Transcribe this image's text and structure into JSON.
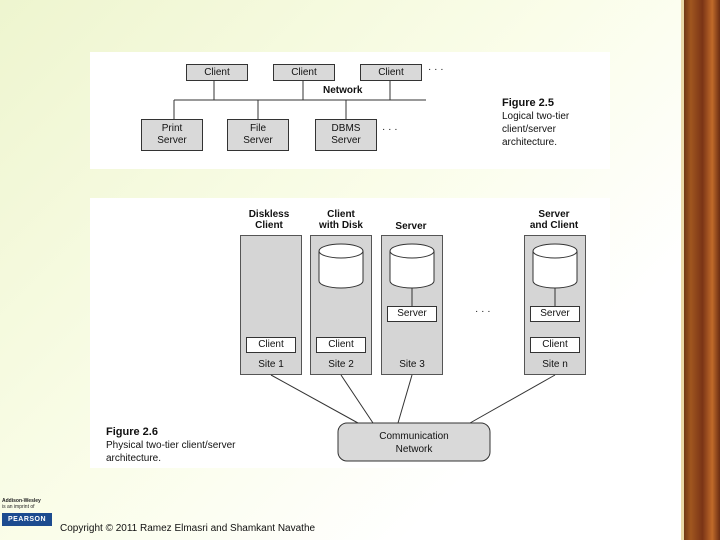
{
  "fig25": {
    "clients": [
      "Client",
      "Client",
      "Client"
    ],
    "client_ellipsis": "· · ·",
    "network_label": "Network",
    "servers": [
      {
        "line1": "Print",
        "line2": "Server"
      },
      {
        "line1": "File",
        "line2": "Server"
      },
      {
        "line1": "DBMS",
        "line2": "Server"
      }
    ],
    "server_ellipsis": "· · ·",
    "caption_title": "Figure 2.5",
    "caption_lines": [
      "Logical two-tier",
      "client/server",
      "architecture."
    ]
  },
  "fig26": {
    "headers": [
      {
        "line1": "Diskless",
        "line2": "Client"
      },
      {
        "line1": "Client",
        "line2": "with Disk"
      },
      {
        "line1": "",
        "line2": "Server"
      },
      {
        "line1": "Server",
        "line2": "and Client"
      }
    ],
    "server_box": "Server",
    "client_box": "Client",
    "sites": [
      "Site 1",
      "Site 2",
      "Site 3",
      "Site n"
    ],
    "ellipsis": "· · ·",
    "comm_network": {
      "line1": "Communication",
      "line2": "Network"
    },
    "caption_title": "Figure 2.6",
    "caption_lines": [
      "Physical two-tier client/server",
      "architecture."
    ]
  },
  "footer": {
    "copyright": "Copyright © 2011 Ramez Elmasri and Shamkant Navathe",
    "publisher_line1": "Addison-Wesley",
    "publisher_line2": "is an imprint of",
    "pearson": "PEARSON"
  },
  "colors": {
    "background_start": "#eef5cf",
    "strip": "#8a4418",
    "box_fill": "#d9d9d9",
    "pearson_blue": "#1c4b8f"
  }
}
